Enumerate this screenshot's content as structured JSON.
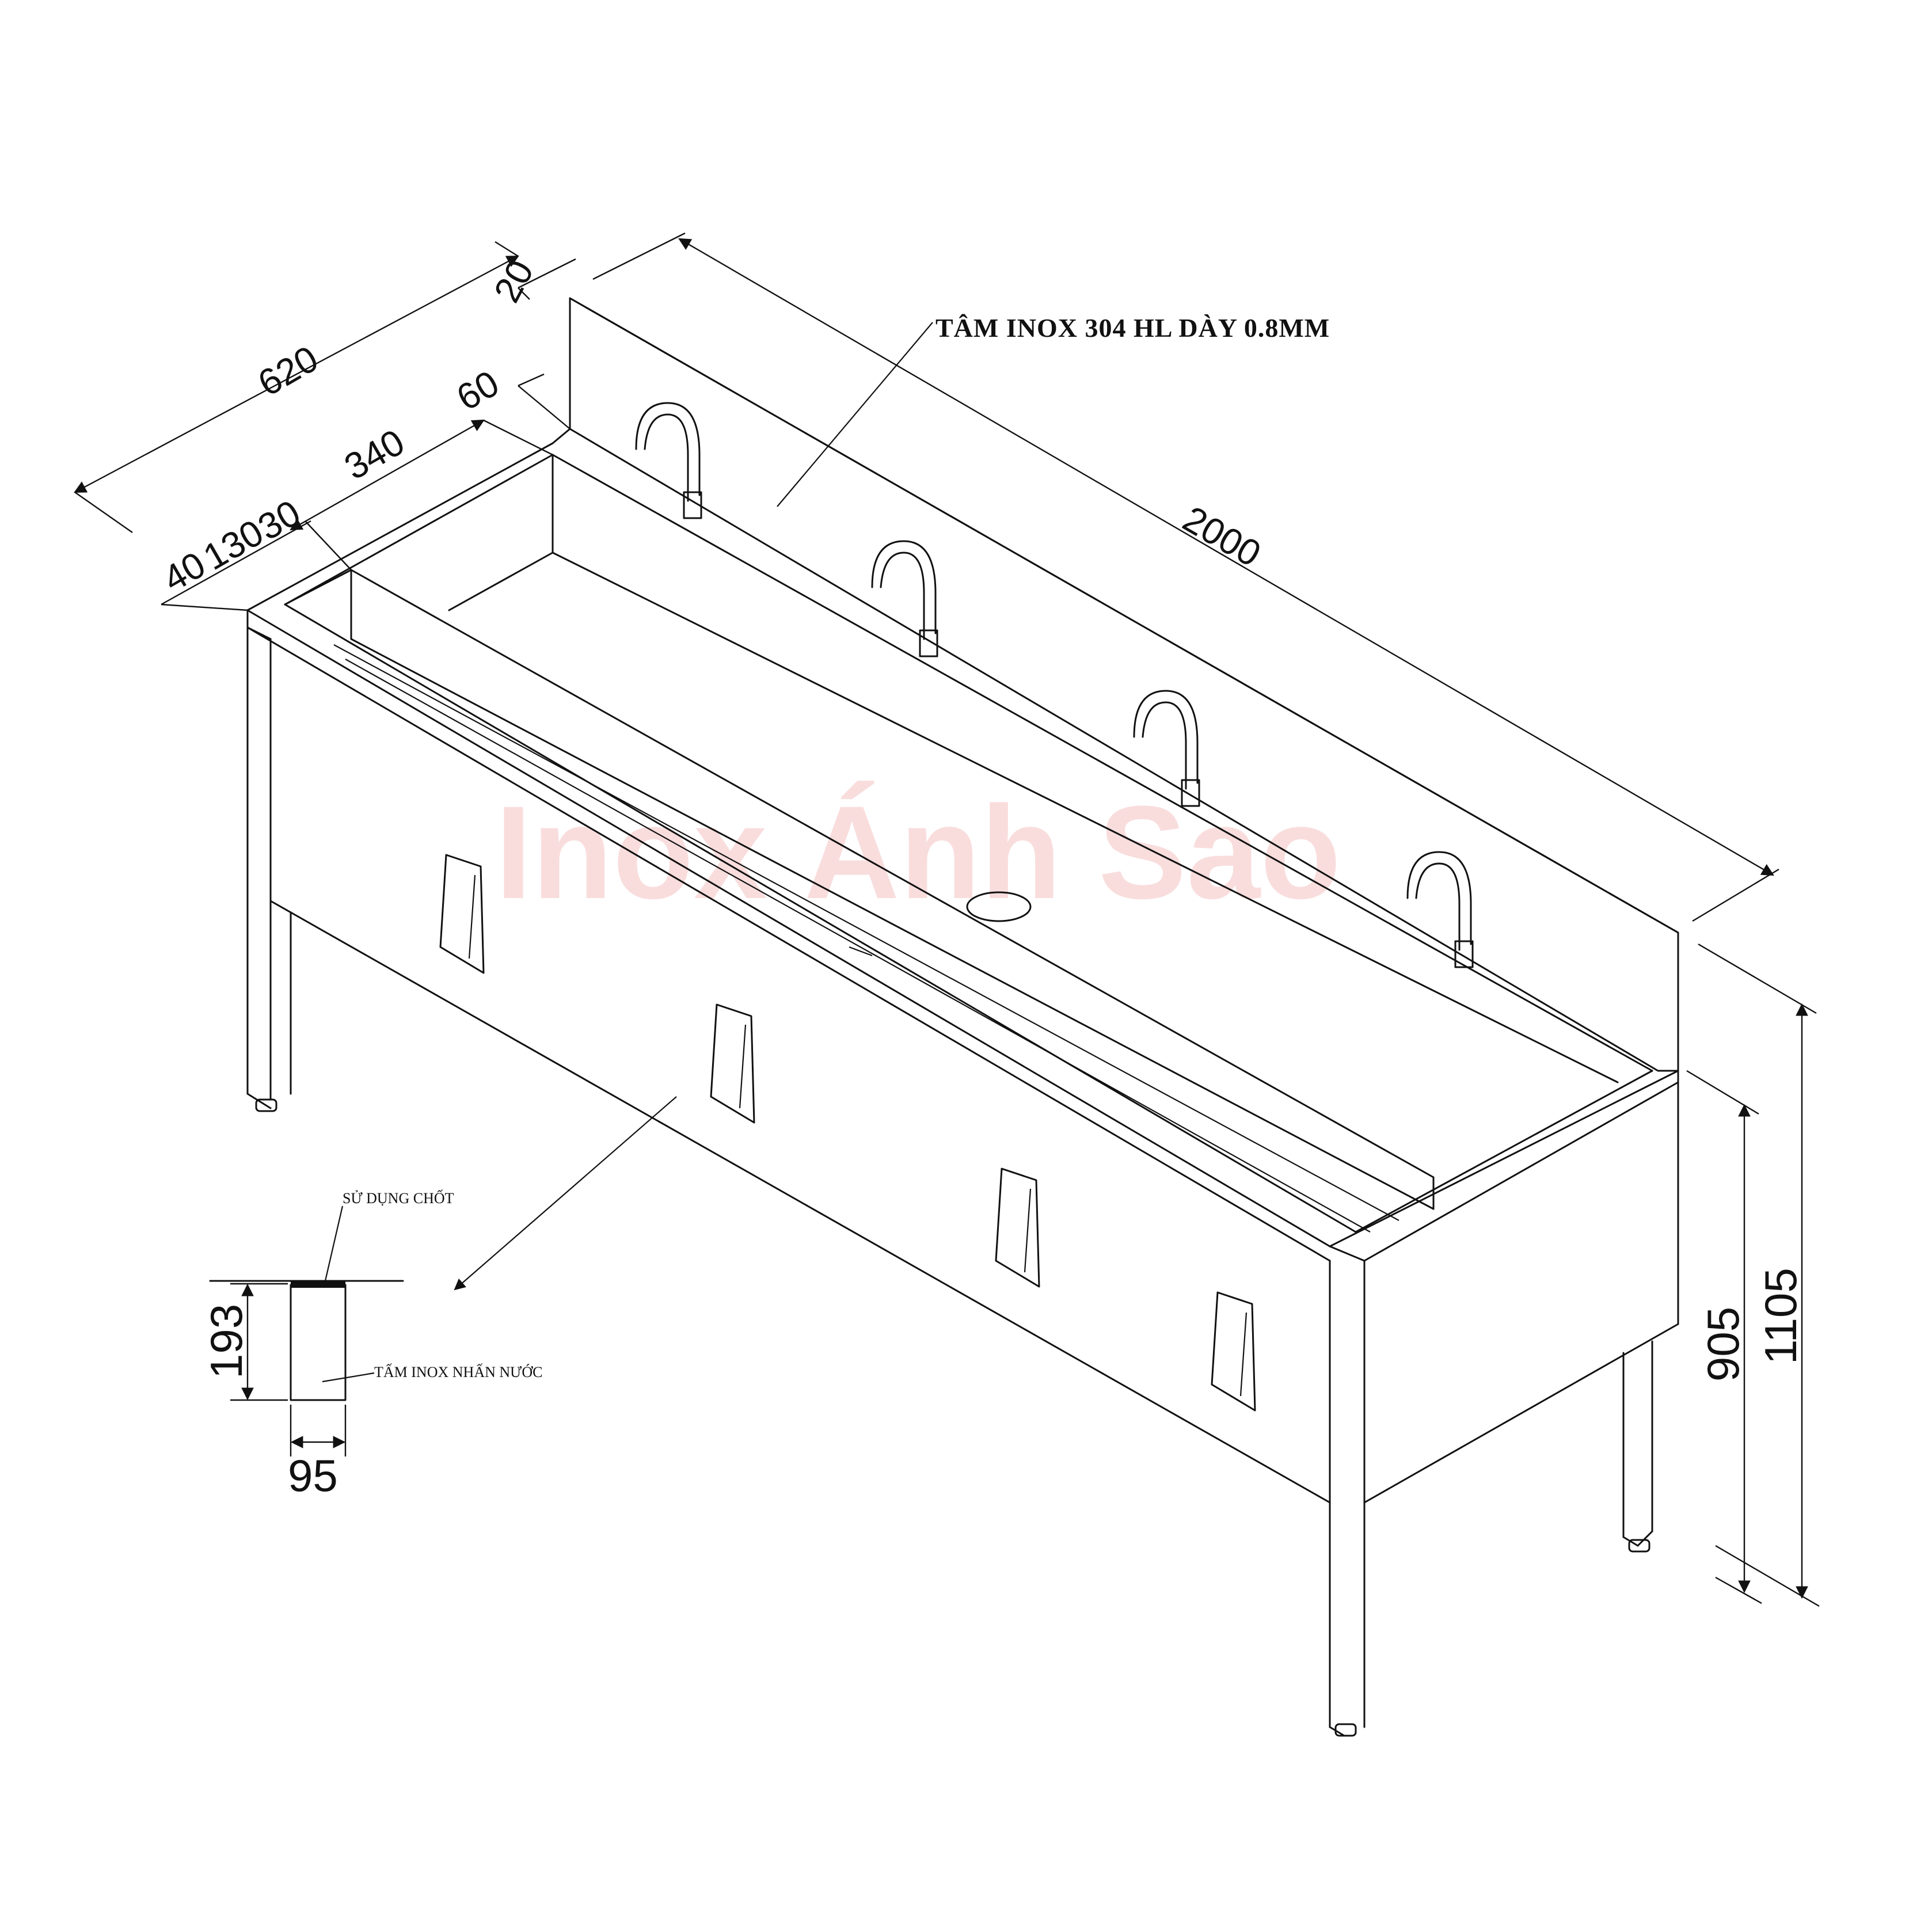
{
  "watermark": "Inox Ánh Sao",
  "notes": {
    "panel_material": "TÂM INOX 304 HL DÀY 0.8MM",
    "pin_usage": "SỬ DỤNG CHỐT",
    "water_plate": "TẤM INOX NHẤN NƯỚC"
  },
  "dimensions": {
    "length": "2000",
    "depth": "620",
    "backsplash_thickness": "20",
    "backsplash_offset": "60",
    "basin_width": "340",
    "d40": "40",
    "d130": "130",
    "d30": "30",
    "height_total": "1105",
    "height_counter": "905",
    "pedal_height": "193",
    "pedal_width": "95"
  },
  "arrows": {
    "dim_arrow": "arrow-marker"
  }
}
